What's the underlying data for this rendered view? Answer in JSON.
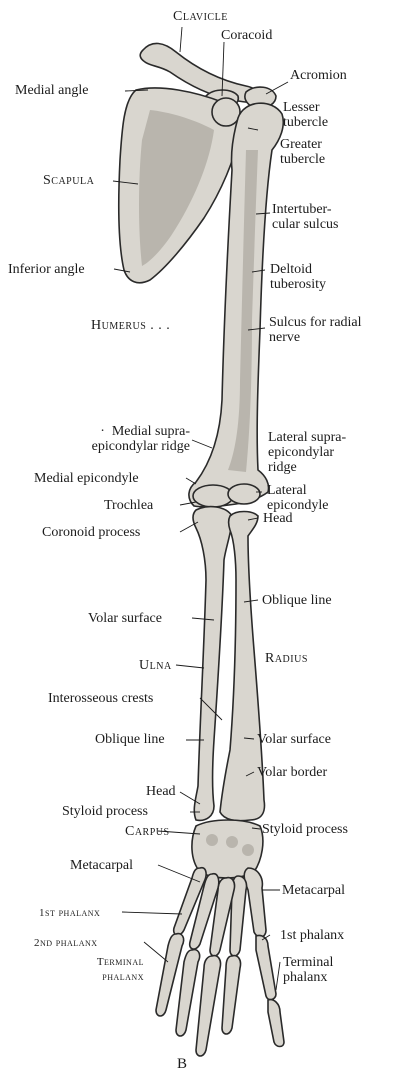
{
  "figure_letter": "B",
  "labels": {
    "clavicle": "Clavicle",
    "coracoid": "Coracoid",
    "medial_angle": "Medial angle",
    "acromion": "Acromion",
    "lesser_tubercle": "Lesser\ntubercle",
    "greater_tubercle": "Greater\ntubercle",
    "scapula": "Scapula",
    "intertubercular_sulcus": "Intertuber-\ncular sulcus",
    "inferior_angle": "Inferior angle",
    "deltoid_tuberosity": "Deltoid\ntuberosity",
    "humerus": "Humerus . . .",
    "sulcus_radial_nerve": "Sulcus for radial\nnerve",
    "medial_supraepicondylar_ridge": "·  Medial supra-\nepicondylar ridge",
    "lateral_supraepicondylar_ridge": "Lateral supra-\nepicondylar\nridge",
    "medial_epicondyle": "Medial epicondyle",
    "lateral_epicondyle": "Lateral\nepicondyle",
    "trochlea": "Trochlea",
    "head_radius": "Head",
    "coronoid_process": "Coronoid process",
    "oblique_line_right": "Oblique line",
    "volar_surface_left": "Volar surface",
    "ulna": "Ulna",
    "radius": "Radius",
    "interosseous_crests": "Interosseous crests",
    "oblique_line_left": "Oblique line",
    "volar_surface_right": "Volar surface",
    "head_ulna": "Head",
    "volar_border": "Volar border",
    "styloid_process_left": "Styloid process",
    "carpus": "Carpus",
    "styloid_process_right": "Styloid process",
    "metacarpal_left": "Metacarpal",
    "metacarpal_right": "Metacarpal",
    "first_phalanx_left": "1st phalanx",
    "first_phalanx_right": "1st phalanx",
    "second_phalanx": "2nd phalanx",
    "terminal_phalanx_left": "Terminal\nphalanx",
    "terminal_phalanx_right": "Terminal\nphalanx"
  }
}
